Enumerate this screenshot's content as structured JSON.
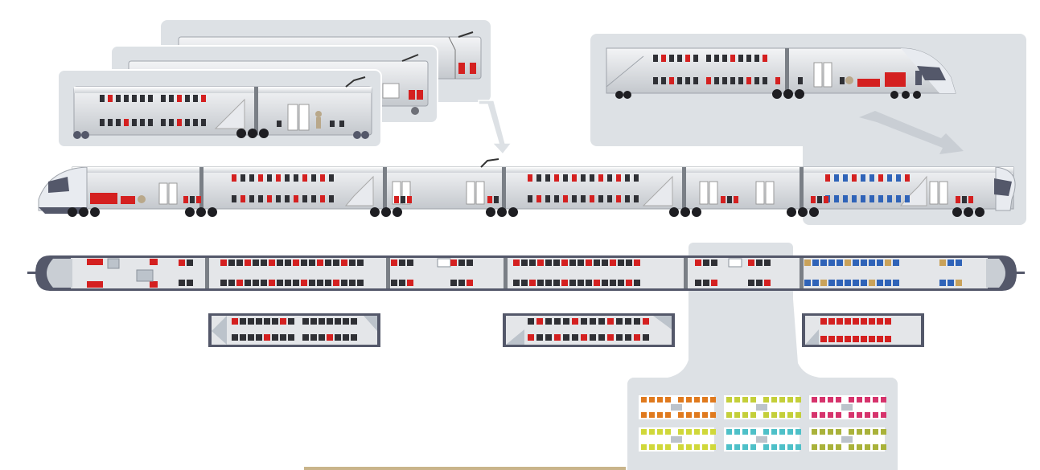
{
  "palette": {
    "panel": "#dde1e5",
    "panel_edge": "#c8cdd2",
    "body_light": "#d3d6da",
    "body_dark": "#54586a",
    "seat_red": "#d42020",
    "seat_dark": "#2f3035",
    "seat_blue": "#2f63b8",
    "wood": "#c9a25a",
    "underfloor": "#6e7078",
    "orange": "#e07a1e",
    "lime": "#c4cf3a",
    "pink": "#d6336c",
    "yellow_green": "#d0d83a",
    "teal": "#4ec0c8",
    "olive": "#a9b23a"
  },
  "components": {
    "side_profile_train": "side-profile",
    "floor_plan_train": "floor-plan",
    "middle_car_variants": 3,
    "end_car_detail": "end-car-detail",
    "deck_plan_details": 3,
    "colour_variants": [
      "orange",
      "lime",
      "pink",
      "yellow_green",
      "teal",
      "olive"
    ]
  }
}
